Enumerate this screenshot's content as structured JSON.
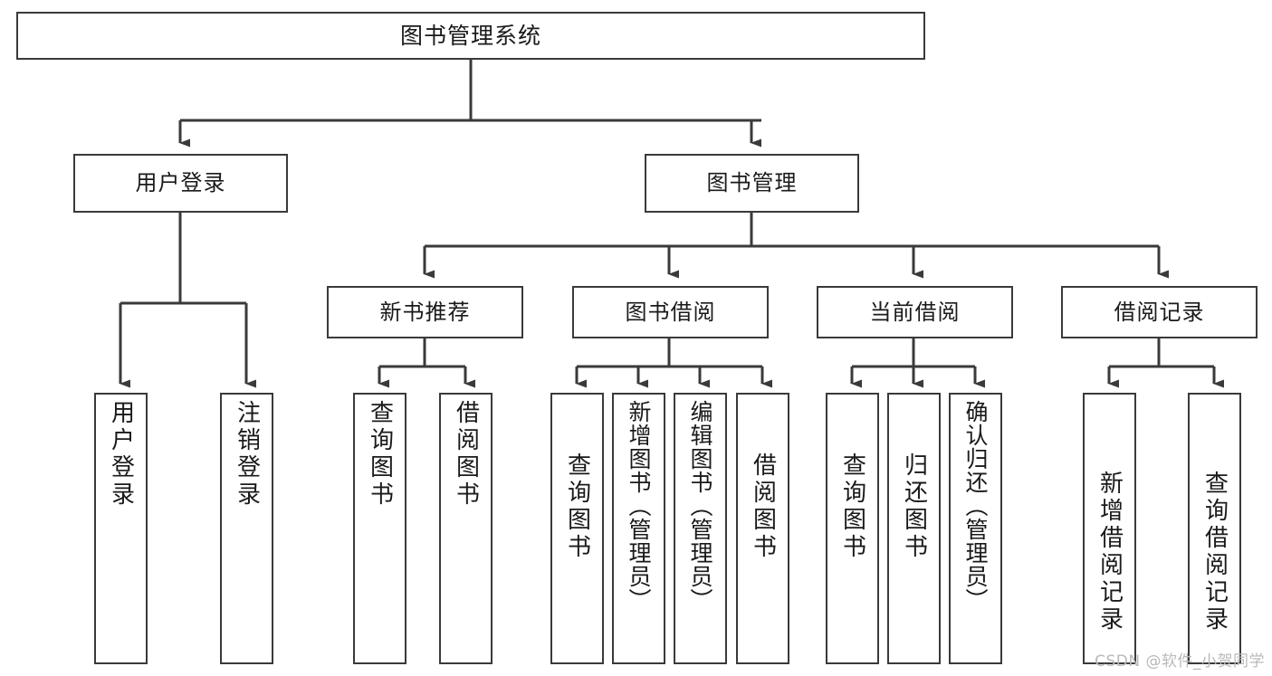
{
  "diagram": {
    "title": "图书管理系统",
    "type": "tree-hierarchy-diagram",
    "watermark": "CSDN @软件_小贺同学",
    "colors": {
      "background": "#ffffff",
      "box_border": "#3a3a3a",
      "box_fill": "#ffffff",
      "text": "#1a1a1a",
      "connector": "#3a3a3a",
      "watermark": "#b9b9b9"
    },
    "root": {
      "label": "图书管理系统"
    },
    "level2": [
      {
        "label": "用户登录"
      },
      {
        "label": "图书管理"
      }
    ],
    "level3": [
      {
        "label": "新书推荐"
      },
      {
        "label": "图书借阅"
      },
      {
        "label": "当前借阅"
      },
      {
        "label": "借阅记录"
      }
    ],
    "leaves": {
      "user_login": [
        {
          "label": "用户登录"
        },
        {
          "label": "注销登录"
        }
      ],
      "new_book_recommend": [
        {
          "label": "查询图书"
        },
        {
          "label": "借阅图书"
        }
      ],
      "book_borrow": [
        {
          "label": "查询图书"
        },
        {
          "label": "新增图书（管理员）"
        },
        {
          "label": "编辑图书（管理员）"
        },
        {
          "label": "借阅图书"
        }
      ],
      "current_borrow": [
        {
          "label": "查询图书"
        },
        {
          "label": "归还图书"
        },
        {
          "label": "确认归还（管理员）"
        }
      ],
      "borrow_record": [
        {
          "label": "新增借阅记录"
        },
        {
          "label": "查询借阅记录"
        }
      ]
    }
  }
}
